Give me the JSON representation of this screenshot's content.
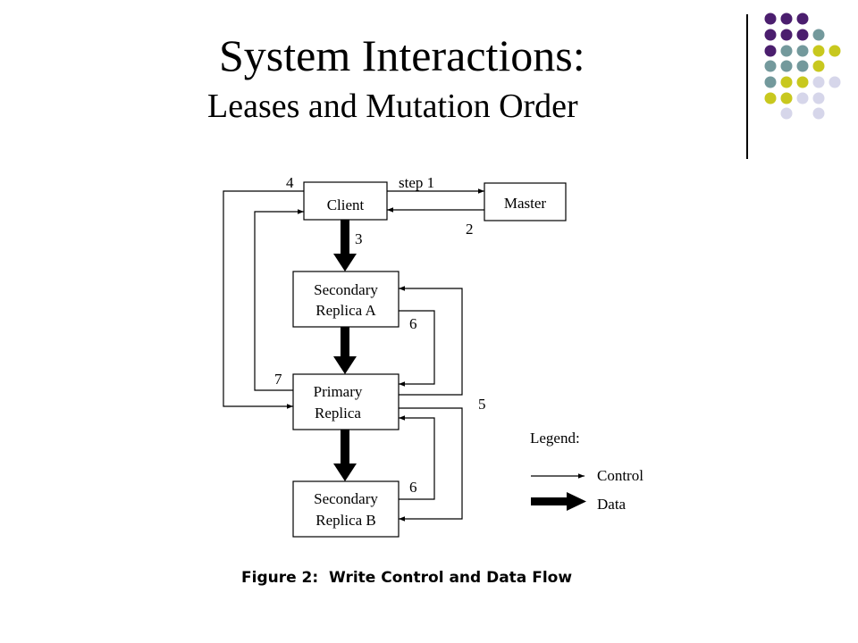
{
  "slide": {
    "title": "System Interactions:",
    "subtitle": "Leases and Mutation Order"
  },
  "decoration": {
    "dot_colors": {
      "purple": "#4b1e6e",
      "teal": "#73999c",
      "yellow": "#c8c81e",
      "lavender": "#d6d6ea"
    }
  },
  "diagram": {
    "nodes": {
      "client": "Client",
      "master": "Master",
      "secondary_a": [
        "Secondary",
        "Replica A"
      ],
      "primary": [
        "Primary",
        "Replica"
      ],
      "secondary_b": [
        "Secondary",
        "Replica B"
      ]
    },
    "steps": {
      "step1": "step 1",
      "step2": "2",
      "step3": "3",
      "step4": "4",
      "step5": "5",
      "step6a": "6",
      "step6b": "6",
      "step7": "7"
    },
    "legend": {
      "title": "Legend:",
      "control": "Control",
      "data": "Data"
    },
    "caption": "Figure 2:  Write Control and Data Flow"
  }
}
